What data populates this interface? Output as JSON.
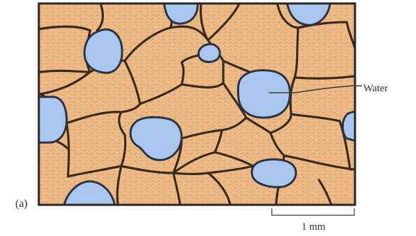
{
  "diagram": {
    "panel_label": "(a)",
    "callout_label": "Water",
    "scale_bar_label": "1 mm"
  },
  "colors": {
    "grain_fill": "#edba85",
    "grain_texture": "#b07d52",
    "boundary": "#3a2a1c",
    "water_fill": "#a9c6ef",
    "water_outline": "#2c3242",
    "frame": "#2a2420",
    "label_text": "#333333"
  }
}
